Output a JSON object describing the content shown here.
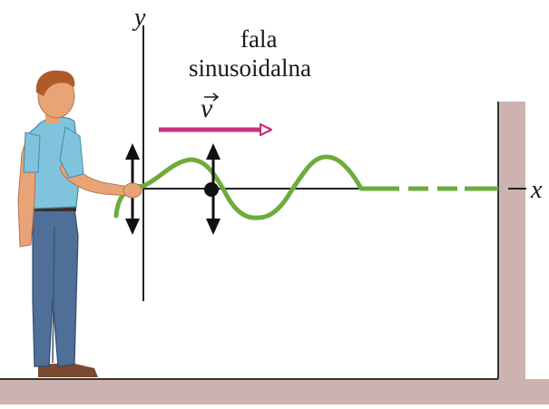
{
  "title": {
    "line1": "fala",
    "line2": "sinusoidalna"
  },
  "axes": {
    "x_label": "x",
    "y_label": "y"
  },
  "velocity": {
    "label": "v",
    "arrow_color": "#c8327e"
  },
  "colors": {
    "rope": "#6cac3c",
    "wall": "#cdb3b0",
    "floor": "#cdb3b0",
    "shirt": "#7fc3dd",
    "pants": "#4f6f98",
    "skin": "#e8a477",
    "hair": "#b05a2a"
  }
}
